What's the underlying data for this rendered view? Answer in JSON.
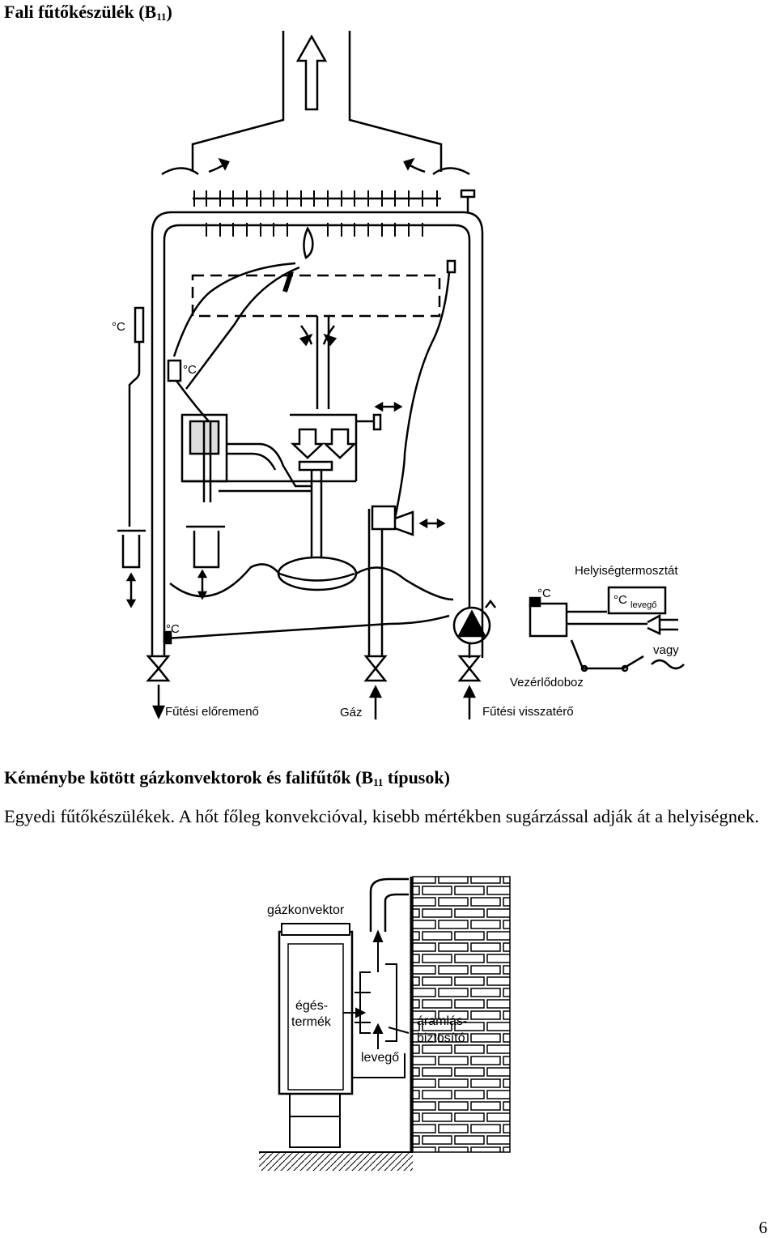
{
  "heading1": {
    "main": "Fali fűtőkészülék (B",
    "sub": "11",
    "close": ")"
  },
  "figure1": {
    "labels": {
      "deg_c_1": "°C",
      "deg_c_2": "°C",
      "deg_c_3": "°C",
      "deg_c_4": "°C",
      "room_thermostat": "Helyiségtermosztát",
      "c_air": "°C",
      "c_air_sub": "levegő",
      "or": "vagy",
      "control_box": "Vezérlődoboz",
      "heating_flow": "Fűtési előremenő",
      "gas": "Gáz",
      "heating_return": "Fűtési visszatérő"
    }
  },
  "heading2": {
    "main": "Kéménybe kötött gázkonvektorok és falifűtők (B",
    "sub": "11",
    "rest": " típusok)"
  },
  "body_text": "Egyedi fűtőkészülékek. A hőt főleg konvekcióval, kisebb mértékben sugárzással adják át a helyiségnek.",
  "figure2": {
    "labels": {
      "gas_convector": "gázkonvektor",
      "flue_line1": "égés-",
      "flue_line2": "termék",
      "draft_line1": "áramlás-",
      "draft_line2": "biztosító",
      "air": "levegő"
    }
  },
  "page_number": "6"
}
